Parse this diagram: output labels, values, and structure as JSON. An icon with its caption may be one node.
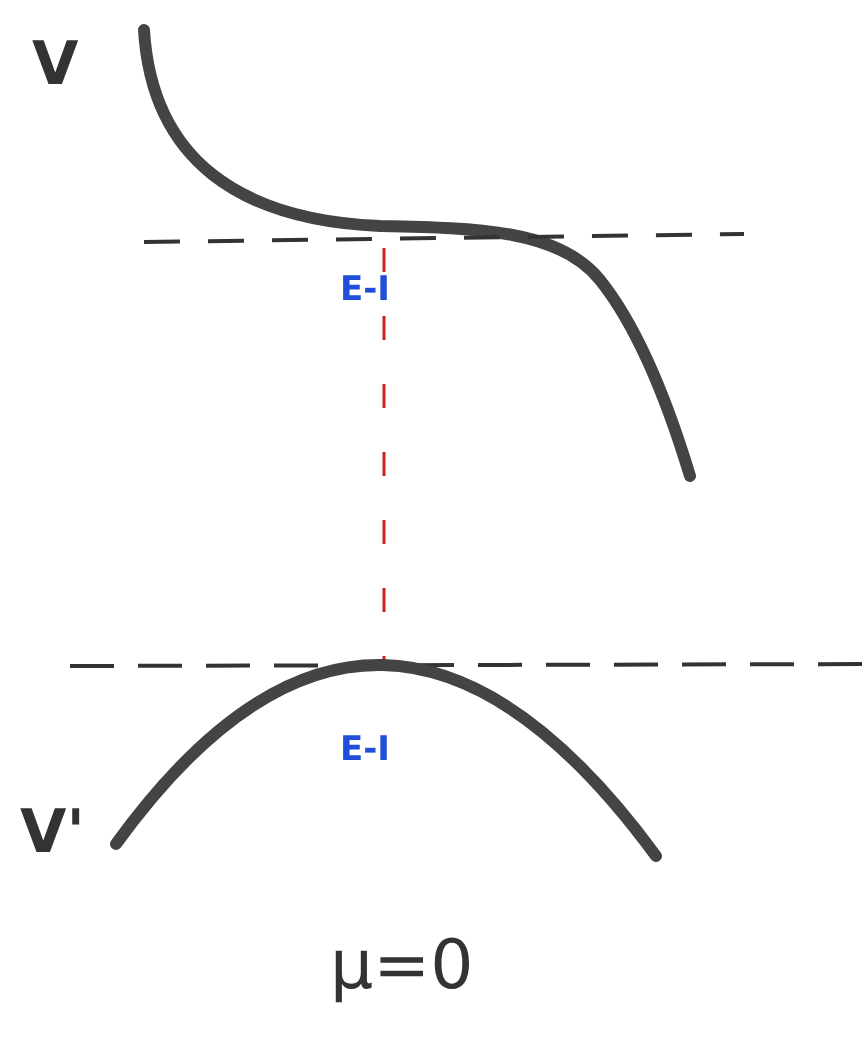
{
  "diagram": {
    "labels": [
      "V",
      "E-I",
      "E-I",
      "V'",
      "μ=0"
    ]
  }
}
